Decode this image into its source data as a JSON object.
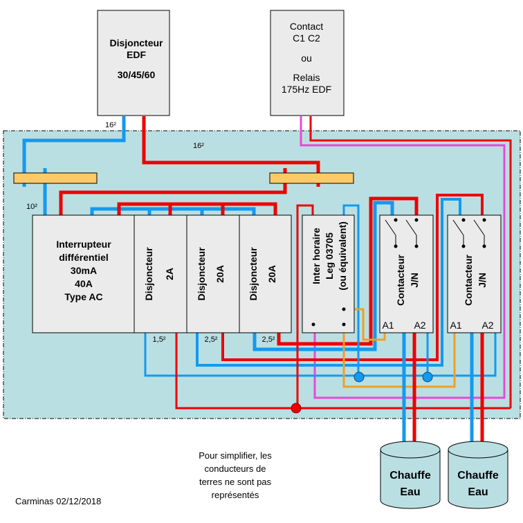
{
  "title": "Schéma câblage chauffe-eau",
  "colors": {
    "phase": "#ee0000",
    "neutral": "#1499ee",
    "command": "#e849d4",
    "control": "#f0a020",
    "panel_bg": "#badfe3",
    "device_fill": "#ebebeb",
    "busbar": "#fdca6a",
    "tank": "#badfe3"
  },
  "devices": {
    "edf_breaker": {
      "line1": "Disjoncteur",
      "line2": "EDF",
      "line3": "30/45/60"
    },
    "contact": {
      "line1": "Contact",
      "line2": "C1 C2",
      "line3": "ou",
      "line4": "Relais",
      "line5": "175Hz EDF"
    },
    "rcd": {
      "line1": "Interrupteur",
      "line2": "différentiel",
      "line3": "30mA",
      "line4": "40A",
      "line5": "Type AC"
    },
    "breakers": [
      {
        "line1": "Disjoncteur",
        "line2": "2A"
      },
      {
        "line1": "Disjoncteur",
        "line2": "20A"
      },
      {
        "line1": "Disjoncteur",
        "line2": "20A"
      }
    ],
    "timer": {
      "line1": "Inter horaire",
      "line2": "Leg 03705",
      "line3": "(ou équivalent)"
    },
    "contactors": [
      {
        "line1": "Contacteur",
        "line2": "J/N",
        "a1": "A1",
        "a2": "A2"
      },
      {
        "line1": "Contacteur",
        "line2": "J/N",
        "a1": "A1",
        "a2": "A2"
      }
    ],
    "tanks": [
      {
        "line1": "Chauffe",
        "line2": "Eau"
      },
      {
        "line1": "Chauffe",
        "line2": "Eau"
      }
    ]
  },
  "wire_sections": {
    "supply_neutral": "16²",
    "supply_phase": "16²",
    "rcd_feed": "10²",
    "breaker1": "1,5²",
    "breaker2": "2,5²",
    "breaker3": "2,5²"
  },
  "notes": {
    "line1": "Pour simplifier, les",
    "line2": "conducteurs  de",
    "line3": "terres ne sont pas",
    "line4": "représentés"
  },
  "signature": "Carminas 02/12/2018"
}
